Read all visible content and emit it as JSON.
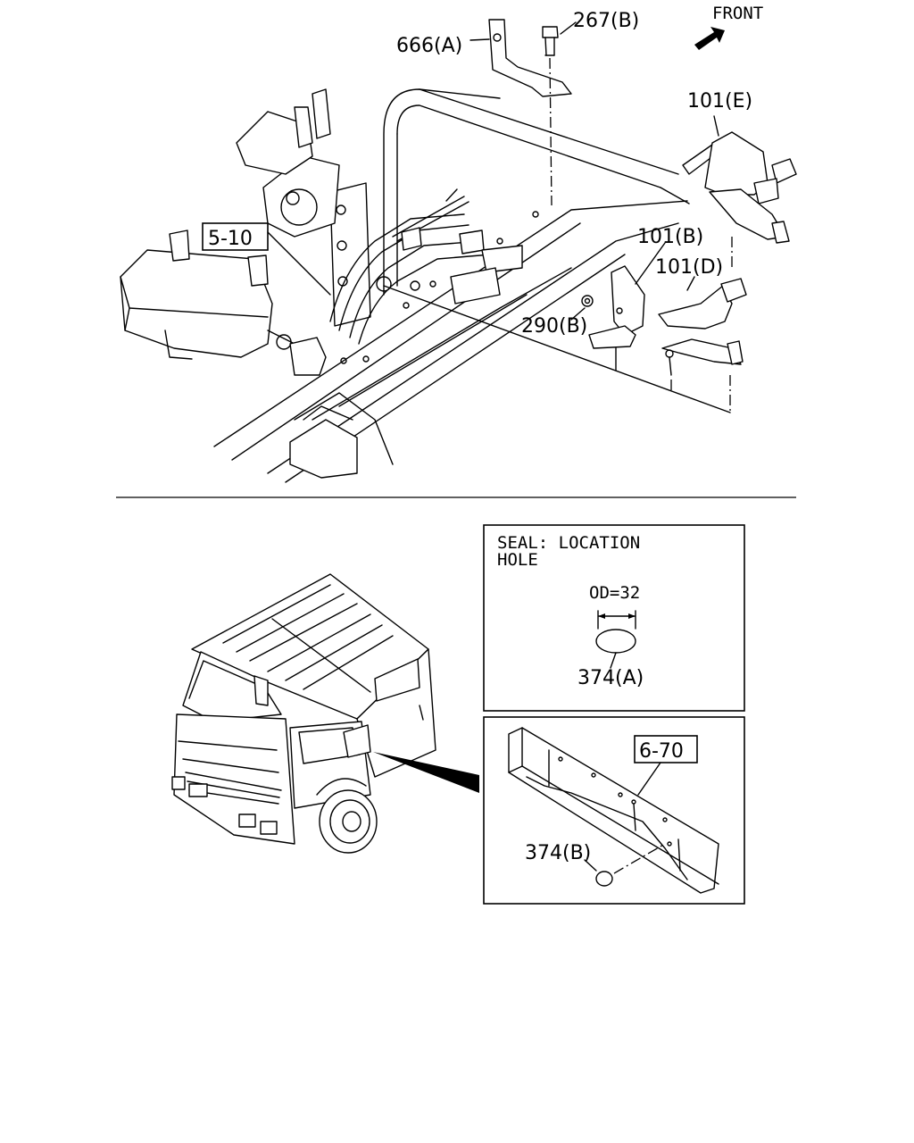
{
  "orientation": {
    "front_label": "FRONT"
  },
  "callouts": {
    "c666A": "666(A)",
    "c267B": "267(B)",
    "c101E": "101(E)",
    "c510": "5-10",
    "c101B": "101(B)",
    "c101D": "101(D)",
    "c290B": "290(B)",
    "c670": "6-70",
    "c374A": "374(A)",
    "c374B": "374(B)"
  },
  "seal_box": {
    "title_line1": "SEAL: LOCATION",
    "title_line2": "HOLE",
    "dimension": "OD=32"
  }
}
